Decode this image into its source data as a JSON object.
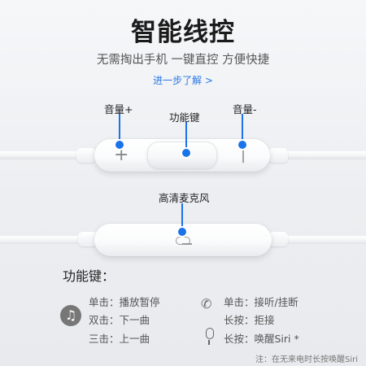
{
  "header": {
    "title": "智能线控",
    "subtitle": "无需掏出手机  一键直控  方便快捷",
    "learn_more": "进一步了解 >"
  },
  "remote": {
    "volume_up_label": "音量+",
    "function_key_label": "功能键",
    "volume_down_label": "音量-",
    "plus_symbol": "+",
    "minus_symbol": "|",
    "mic_label": "高清麦克风"
  },
  "functions": {
    "title": "功能键：",
    "music": [
      "单击：播放暂停",
      "双击：下一曲",
      "三击：上一曲"
    ],
    "call": [
      "单击：接听/挂断",
      "长按：拒接"
    ],
    "siri": "长按：唤醒Siri  *",
    "note": "注：在无来电时长按唤醒Siri"
  },
  "accent_color": "#1a73e8"
}
